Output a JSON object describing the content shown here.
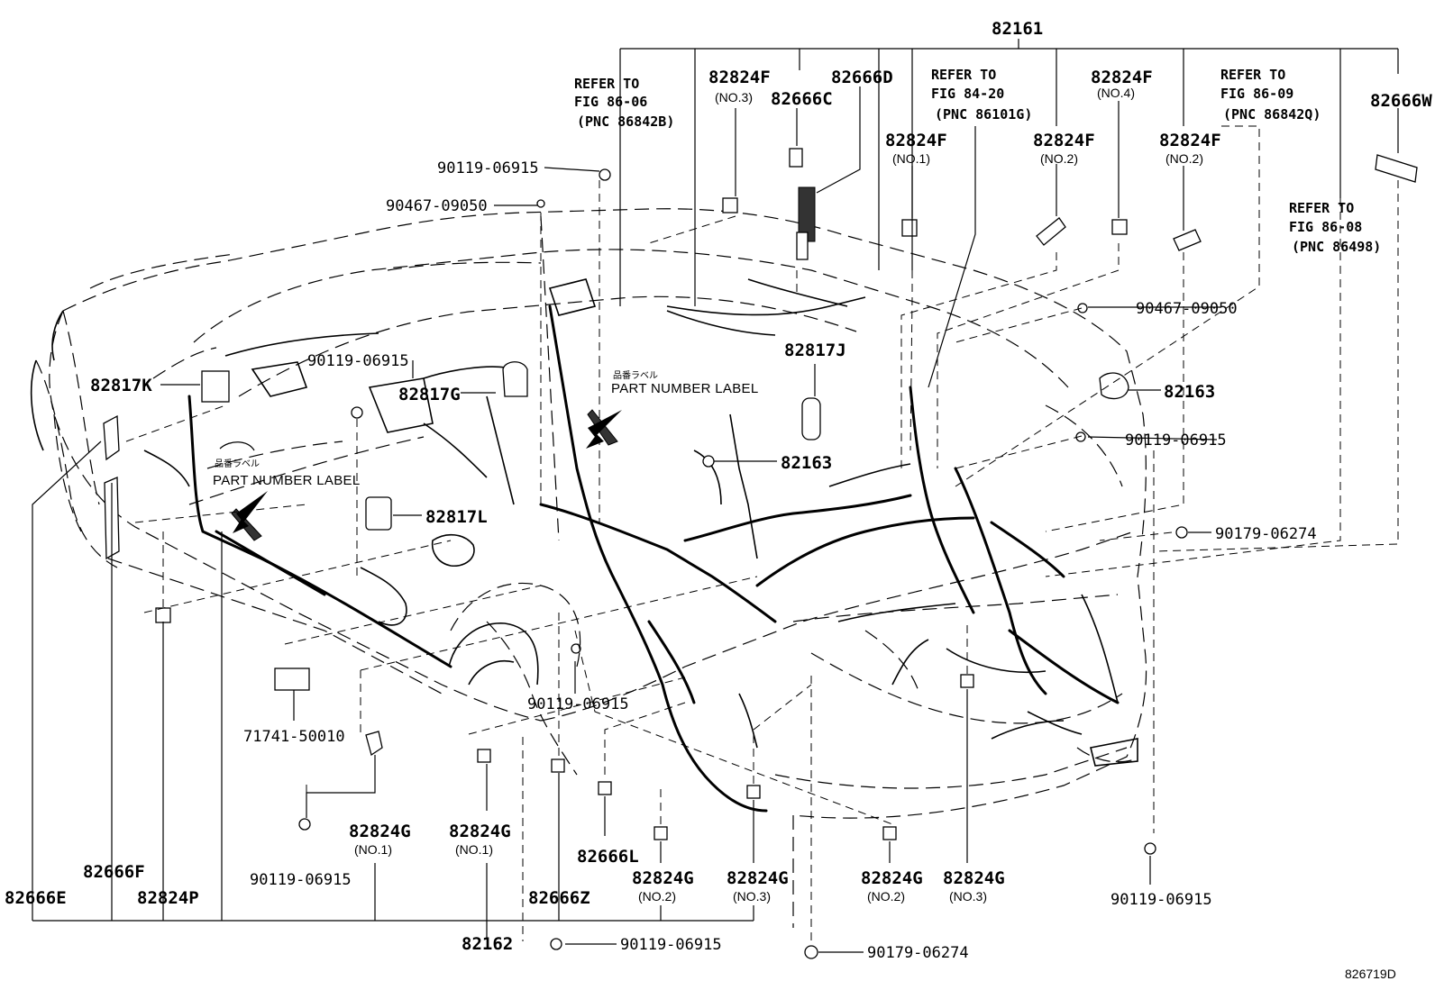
{
  "labels": {
    "top_82161": "82161",
    "refer_1": [
      "REFER TO",
      "FIG 86-06",
      "(PNC 86842B)"
    ],
    "refer_2": [
      "REFER TO",
      "FIG 84-20",
      "(PNC 86101G)"
    ],
    "refer_3": [
      "REFER TO",
      "FIG 86-09",
      "(PNC 86842Q)"
    ],
    "refer_4": [
      "REFER TO",
      "FIG 86-08",
      "(PNC 86498)"
    ],
    "p_82824F_no3": "82824F",
    "no3_a": "(NO.3)",
    "p_82666C": "82666C",
    "p_82666D": "82666D",
    "p_82824F_no1": "82824F",
    "no1_a": "(NO.1)",
    "p_82824F_no2a": "82824F",
    "no2_a": "(NO.2)",
    "p_82824F_no4": "82824F",
    "no4_a": "(NO.4)",
    "p_82824F_no2b": "82824F",
    "no2_b": "(NO.2)",
    "p_82666W": "82666W",
    "p_90119_a": "90119-06915",
    "p_90467_a": "90467-09050",
    "p_90467_b": "90467-09050",
    "p_90119_b": "90119-06915",
    "p_82817K": "82817K",
    "p_82817G": "82817G",
    "p_82817J": "82817J",
    "p_82163_a": "82163",
    "p_82163_b": "82163",
    "p_90119_c": "90119-06915",
    "p_82817L": "82817L",
    "p_90179_a": "90179-06274",
    "p_71741": "71741-50010",
    "p_90119_d": "90119-06915",
    "p_82824G_a": "82824G",
    "no1_b": "(NO.1)",
    "p_82824G_b": "82824G",
    "no1_c": "(NO.1)",
    "p_90119_e": "90119-06915",
    "p_82666L": "82666L",
    "p_82824G_c": "82824G",
    "no2_c": "(NO.2)",
    "p_82824G_d": "82824G",
    "no3_b": "(NO.3)",
    "p_82824G_e": "82824G",
    "no2_d": "(NO.2)",
    "p_82824G_f": "82824G",
    "no3_c": "(NO.3)",
    "p_90119_f": "90119-06915",
    "p_82666F": "82666F",
    "p_82666E": "82666E",
    "p_82824P": "82824P",
    "p_82666Z": "82666Z",
    "p_82162": "82162",
    "p_90119_g": "90119-06915",
    "p_90179_b": "90179-06274",
    "jp_label_1": "品番ラベル",
    "jp_label_2": "品番ラベル",
    "pn_label_1": "PART NUMBER LABEL",
    "pn_label_2": "PART NUMBER LABEL",
    "figure_id": "826719D"
  }
}
